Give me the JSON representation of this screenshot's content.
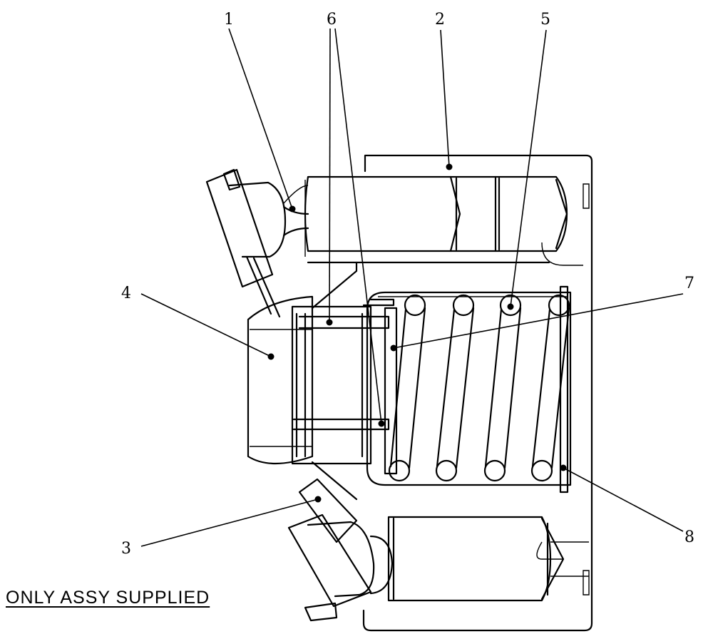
{
  "diagram": {
    "callouts": [
      "1",
      "2",
      "3",
      "4",
      "5",
      "6",
      "7",
      "8"
    ],
    "note": "ONLY ASSY SUPPLIED"
  }
}
